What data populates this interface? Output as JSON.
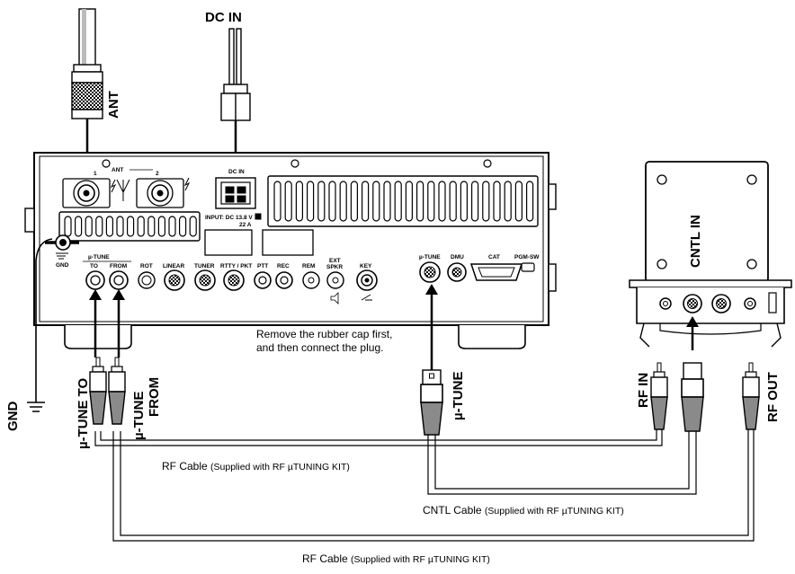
{
  "labels": {
    "dc_in_top": "DC IN",
    "ant_cable": "ANT",
    "gnd": "GND",
    "tune_to": "µ-TUNE TO",
    "tune_from_1": "µ-TUNE",
    "tune_from_2": "FROM",
    "tune_plug": "µ-TUNE",
    "rf_in": "RF IN",
    "rf_out": "RF OUT",
    "cntl_in": "CNTL IN"
  },
  "note": {
    "line1": "Remove the rubber cap first,",
    "line2": "and then connect the plug."
  },
  "cables": {
    "rf1_main": "RF Cable",
    "rf1_sub": "(Supplied with RF µTUNING KIT)",
    "cntl_main": "CNTL Cable",
    "cntl_sub": "(Supplied with RF µTUNING KIT)",
    "rf2_main": "RF Cable",
    "rf2_sub": "(Supplied with RF µTUNING KIT)"
  },
  "panel": {
    "ant": "ANT",
    "ant1": "1",
    "ant2": "2",
    "dc_in": "DC IN",
    "input_line1": "INPUT: DC  13.8 V",
    "input_line2": "22 A",
    "gnd": "GND",
    "utune_group": "µ-TUNE",
    "to": "TO",
    "from": "FROM",
    "rot": "ROT",
    "linear": "LINEAR",
    "tuner": "TUNER",
    "rtty": "RTTY / PKT",
    "ptt": "PTT",
    "rec": "REC",
    "rem": "REM",
    "ext_spkr_1": "EXT",
    "ext_spkr_2": "SPKR",
    "key": "KEY",
    "utune_din": "µ-TUNE",
    "dmu": "DMU",
    "cat": "CAT",
    "pgm_sw": "PGM-SW"
  }
}
